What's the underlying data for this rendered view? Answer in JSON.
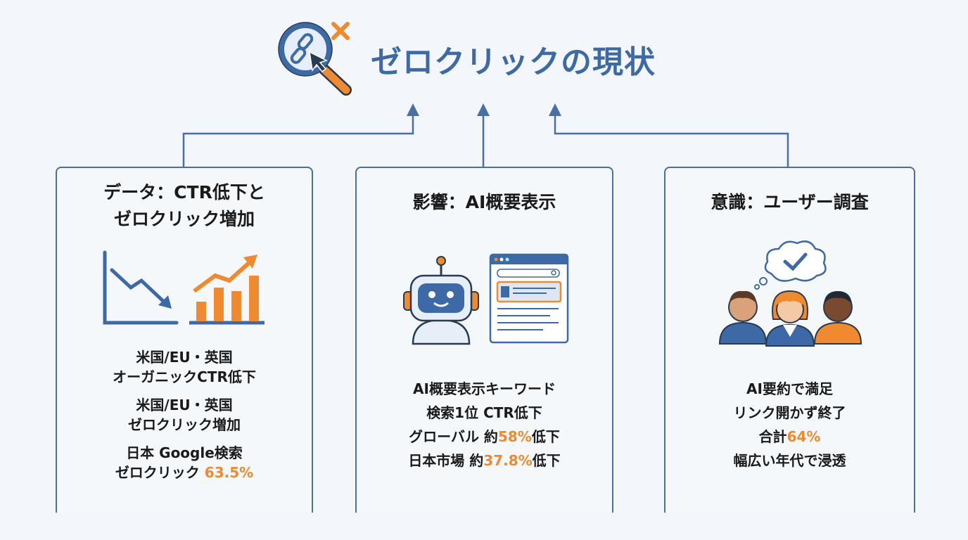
{
  "title": "ゼロクリックの現状",
  "icons": {
    "title": "magnifier-broken-link-icon",
    "card1": "line-down-bar-up-chart-icon",
    "card2": "robot-and-search-page-icon",
    "card3": "users-thought-check-icon"
  },
  "colors": {
    "primary": "#3d6aa6",
    "accent": "#ef8a2e",
    "background": "#f3f7fb"
  },
  "cards": [
    {
      "heading_line1": "データ：CTR低下と",
      "heading_line2": "ゼロクリック増加",
      "lines": [
        {
          "pre": "米国/EU・英国",
          "hl": "",
          "post": ""
        },
        {
          "pre": "オーガニックCTR低下",
          "hl": "",
          "post": ""
        },
        {
          "pre": "米国/EU・英国",
          "hl": "",
          "post": ""
        },
        {
          "pre": "ゼロクリック増加",
          "hl": "",
          "post": ""
        },
        {
          "pre": "日本 Google検索",
          "hl": "",
          "post": ""
        },
        {
          "pre": "ゼロクリック ",
          "hl": "63.5%",
          "post": ""
        }
      ]
    },
    {
      "heading_line1": "影響：AI概要表示",
      "lines": [
        {
          "pre": "AI概要表示キーワード",
          "hl": "",
          "post": ""
        },
        {
          "pre": "検索1位 CTR低下",
          "hl": "",
          "post": ""
        },
        {
          "pre": "グローバル 約",
          "hl": "58%",
          "post": "低下"
        },
        {
          "pre": "日本市場 約",
          "hl": "37.8%",
          "post": "低下"
        }
      ]
    },
    {
      "heading_line1": "意識：ユーザー調査",
      "lines": [
        {
          "pre": "AI要約で満足",
          "hl": "",
          "post": ""
        },
        {
          "pre": "リンク開かず終了",
          "hl": "",
          "post": ""
        },
        {
          "pre": "合計",
          "hl": "64%",
          "post": ""
        },
        {
          "pre": "幅広い年代で浸透",
          "hl": "",
          "post": ""
        }
      ]
    }
  ]
}
